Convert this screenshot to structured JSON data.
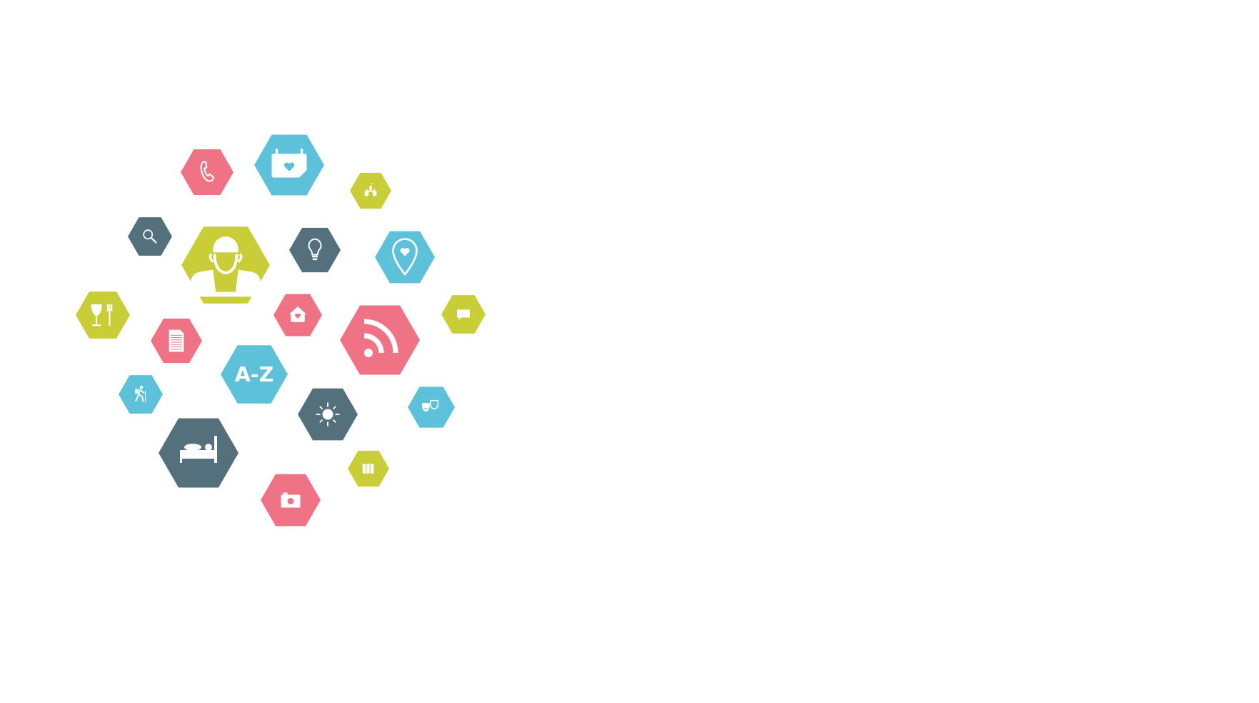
{
  "colors": {
    "pink": "#ef7385",
    "blue": "#5cc1d9",
    "lime": "#c9cd38",
    "slate": "#55707d",
    "icon": "#ffffff"
  },
  "hexagons": [
    {
      "name": "phone-icon",
      "color": "pink"
    },
    {
      "name": "calendar-heart-icon",
      "color": "blue"
    },
    {
      "name": "castle-icon",
      "color": "lime"
    },
    {
      "name": "search-icon",
      "color": "slate"
    },
    {
      "name": "person-icon",
      "color": "lime"
    },
    {
      "name": "lightbulb-icon",
      "color": "slate"
    },
    {
      "name": "map-pin-heart-icon",
      "color": "blue"
    },
    {
      "name": "wine-fork-icon",
      "color": "lime"
    },
    {
      "name": "house-heart-icon",
      "color": "pink"
    },
    {
      "name": "rss-icon",
      "color": "pink"
    },
    {
      "name": "speech-bubble-icon",
      "color": "lime"
    },
    {
      "name": "document-icon",
      "color": "pink"
    },
    {
      "name": "a-z-icon",
      "color": "blue",
      "text": "A-Z"
    },
    {
      "name": "hiker-icon",
      "color": "blue"
    },
    {
      "name": "sun-icon",
      "color": "slate"
    },
    {
      "name": "theatre-masks-icon",
      "color": "blue"
    },
    {
      "name": "bed-icon",
      "color": "slate"
    },
    {
      "name": "map-folded-icon",
      "color": "lime"
    },
    {
      "name": "camera-icon",
      "color": "pink"
    }
  ]
}
